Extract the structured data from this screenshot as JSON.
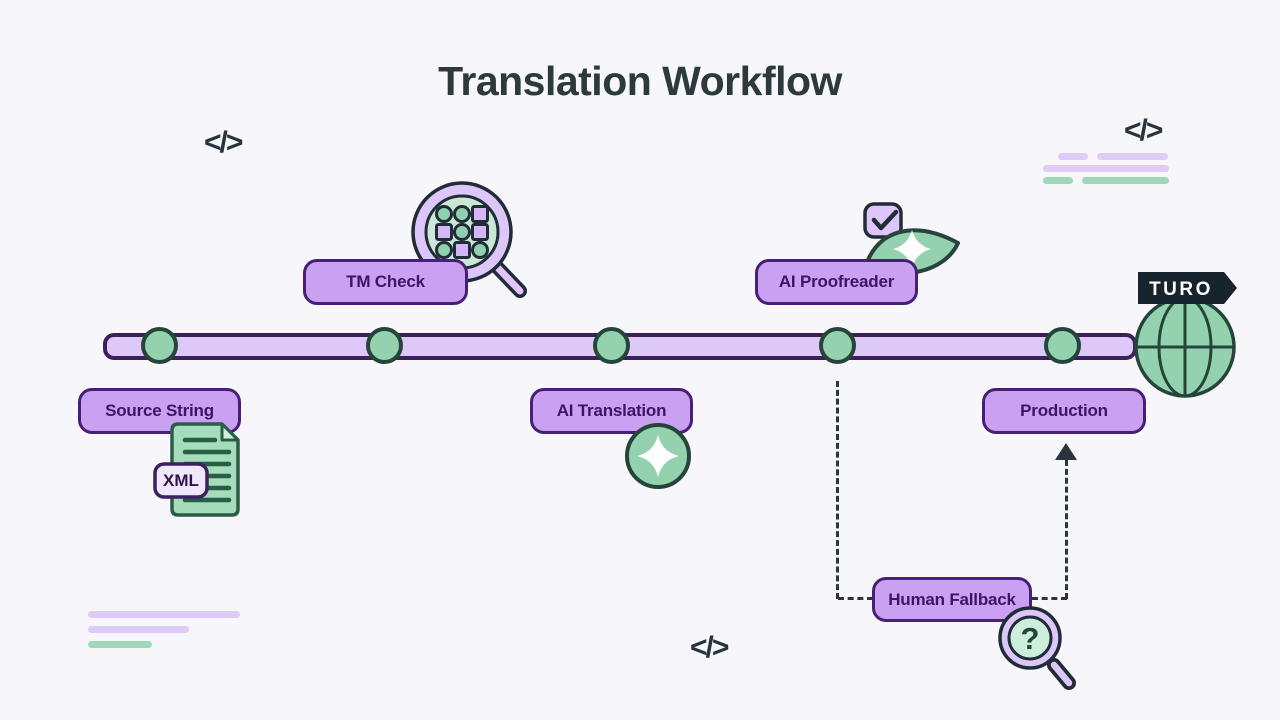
{
  "title": "Translation Workflow",
  "timeline": {
    "nodes": [
      {
        "id": "source-string",
        "label": "Source String",
        "label_position": "below-line"
      },
      {
        "id": "tm-check",
        "label": "TM Check",
        "label_position": "above-line"
      },
      {
        "id": "ai-translation",
        "label": "AI Translation",
        "label_position": "below-line"
      },
      {
        "id": "ai-proofreader",
        "label": "AI Proofreader",
        "label_position": "above-line"
      },
      {
        "id": "production",
        "label": "Production",
        "label_position": "below-line"
      }
    ]
  },
  "fallback_branch": {
    "label": "Human Fallback",
    "from": "AI Proofreader",
    "to": "Production",
    "connector_style": "dashed-arrow"
  },
  "badges": {
    "file_format": "XML",
    "brand_tag": "TURO"
  },
  "glyphs": {
    "code": "</>",
    "question_mark": "?"
  },
  "colors": {
    "background": "#f7f6fb",
    "title_text": "#2c393d",
    "pill_fill": "#c9a0f2",
    "pill_border": "#471f75",
    "pill_text": "#3c1566",
    "bar_fill": "#ddc8f8",
    "bar_border": "#3a2157",
    "node_fill": "#94d2af",
    "node_border": "#26453a",
    "lens_green": "#c9e8d6",
    "light_purple": "#dcc7f8",
    "outline_dark": "#212c38",
    "doc_green": "#a5dcbc",
    "doc_line_green": "#2a5d46",
    "deco_purple": "#dfcbf8",
    "deco_green": "#9ed8b7",
    "tag_bg": "#17242e",
    "tag_text": "#ffffff",
    "dash_color": "#2b3540"
  }
}
